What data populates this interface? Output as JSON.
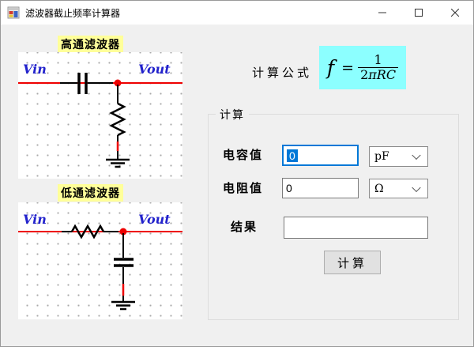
{
  "window": {
    "title": "滤波器截止频率计算器"
  },
  "circuits": {
    "highpass": {
      "title": "高通滤波器",
      "vin": "Vin",
      "vout": "Vout"
    },
    "lowpass": {
      "title": "低通滤波器",
      "vin": "Vin",
      "vout": "Vout"
    }
  },
  "formula": {
    "label": "计算公式",
    "lhs": "f",
    "equals": "=",
    "numerator": "1",
    "den_coefficient": "2",
    "den_symbols": "πRC"
  },
  "calc_group": {
    "label": "计算",
    "capacitance": {
      "label": "电容值",
      "value": "0",
      "unit": "pF"
    },
    "resistance": {
      "label": "电阻值",
      "value": "0",
      "unit": "Ω"
    },
    "result": {
      "label": "结果",
      "value": ""
    },
    "calculate_button": "计算"
  },
  "colors": {
    "selection_accent": "#0078D7",
    "formula_bg": "#8CFFFF",
    "circuit_title_bg": "#FFFF99",
    "wire_red": "#EE0000",
    "vin_vout_blue": "#2222CC"
  }
}
